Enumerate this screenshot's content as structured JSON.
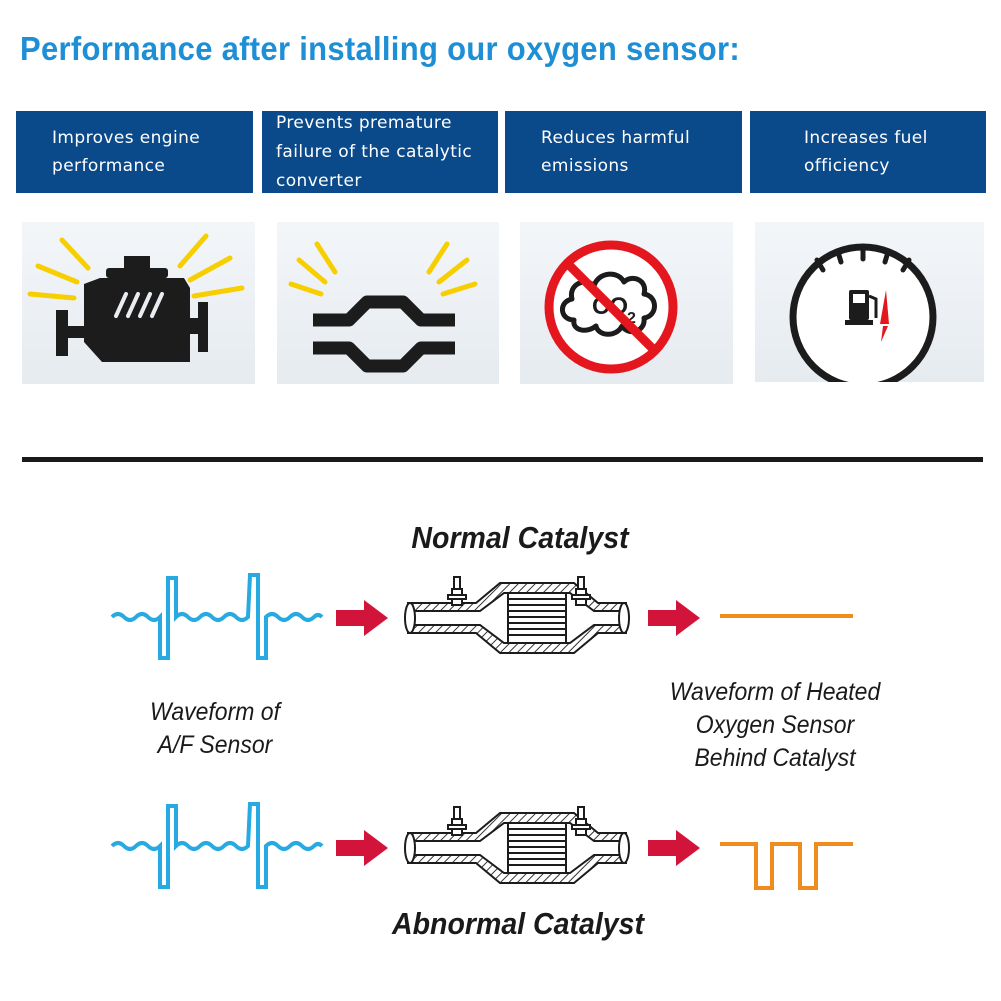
{
  "headline": "Performance after installing our oxygen sensor:",
  "benefits": [
    {
      "lines": [
        "Improves engine",
        "performance"
      ],
      "icon": "engine-icon"
    },
    {
      "lines": [
        "Prevents premature",
        "failure of the catalytic",
        "converter"
      ],
      "icon": "catalytic-converter-icon"
    },
    {
      "lines": [
        "Reduces harmful",
        "emissions"
      ],
      "icon": "no-co2-icon"
    },
    {
      "lines": [
        "Increases fuel",
        "officiency"
      ],
      "icon": "fuel-gauge-icon"
    }
  ],
  "co2_text": "CO",
  "co2_subscript": "2",
  "diagram": {
    "normal_title": "Normal Catalyst",
    "abnormal_title": "Abnormal Catalyst",
    "af_label": [
      "Waveform of",
      "A/F Sensor"
    ],
    "heated_label": [
      "Waveform of Heated",
      "Oxygen Sensor",
      "Behind Catalyst"
    ]
  },
  "colors": {
    "headline": "#1e8fd5",
    "box": "#0b4a8a",
    "waveform_af": "#27a9e1",
    "waveform_heated": "#f08c1e",
    "arrow": "#d2143a",
    "no_sign": "#e4171e",
    "ray": "#f7cf00"
  }
}
